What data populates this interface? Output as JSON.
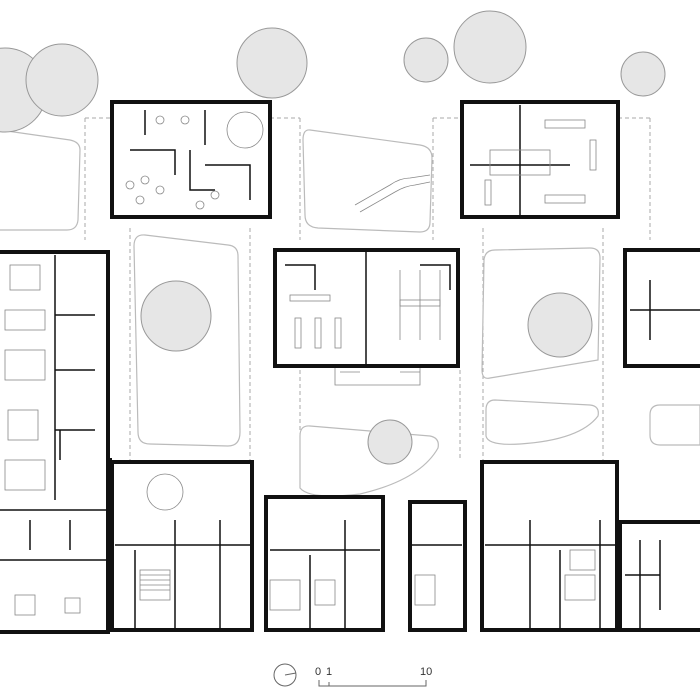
{
  "scale_bar": {
    "label_0": "0",
    "label_1": "1",
    "label_10": "10"
  },
  "colors": {
    "wall": "#111111",
    "tree": "#e6e6e6",
    "courtyard": "#bbbbbb",
    "grid": "#aaaaaa"
  }
}
